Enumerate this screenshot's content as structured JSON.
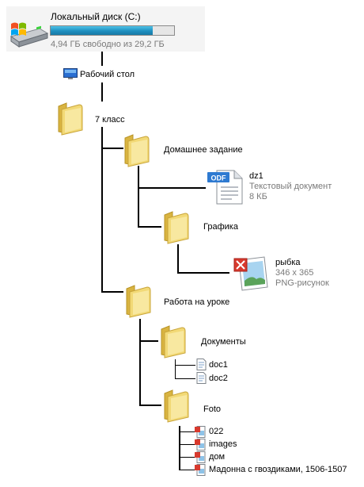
{
  "drive": {
    "title": "Локальный диск (C:)",
    "space_text": "4,94 ГБ свободно из 29,2 ГБ",
    "used_fraction": 0.83,
    "bar_color": "#1f8fbf"
  },
  "desktop": {
    "label": "Рабочий стол",
    "icon": "desktop-icon"
  },
  "tree": {
    "class7": "7 класс",
    "homework": "Домашнее задание",
    "dz1": {
      "name": "dz1",
      "type": "Текстовый документ",
      "size": "8 КБ",
      "badge": "ODF"
    },
    "graphics": "Графика",
    "fish": {
      "name": "рыбка",
      "dims": "346 x 365",
      "type": "PNG-рисунок"
    },
    "classwork": "Работа на уроке",
    "documents": "Документы",
    "doc1": "doc1",
    "doc2": "doc2",
    "foto": "Foto",
    "photos": [
      "022",
      "images",
      "дом",
      "Мадонна с гвоздиками, 1506-1507"
    ]
  }
}
